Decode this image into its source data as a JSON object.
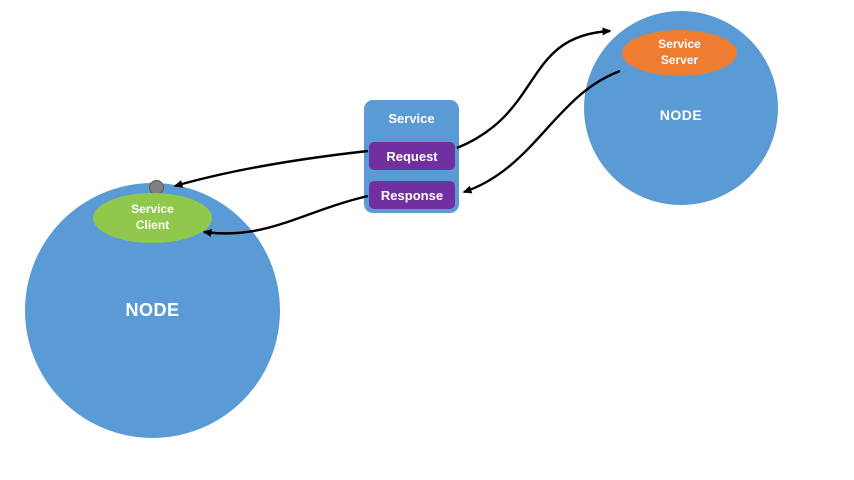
{
  "diagram": {
    "left_node": {
      "label": "NODE"
    },
    "right_node": {
      "label": "NODE"
    },
    "service_client": {
      "label": "Service Client"
    },
    "service_server": {
      "label": "Service Server"
    },
    "service_box": {
      "title": "Service",
      "request_label": "Request",
      "response_label": "Response"
    }
  },
  "colors": {
    "node_blue": "#5b9bd5",
    "client_green": "#90c84c",
    "server_orange": "#ed7d31",
    "message_purple": "#7030a0",
    "dot_gray": "#7f7f7f",
    "arrow_black": "#000000",
    "background": "#ffffff"
  }
}
